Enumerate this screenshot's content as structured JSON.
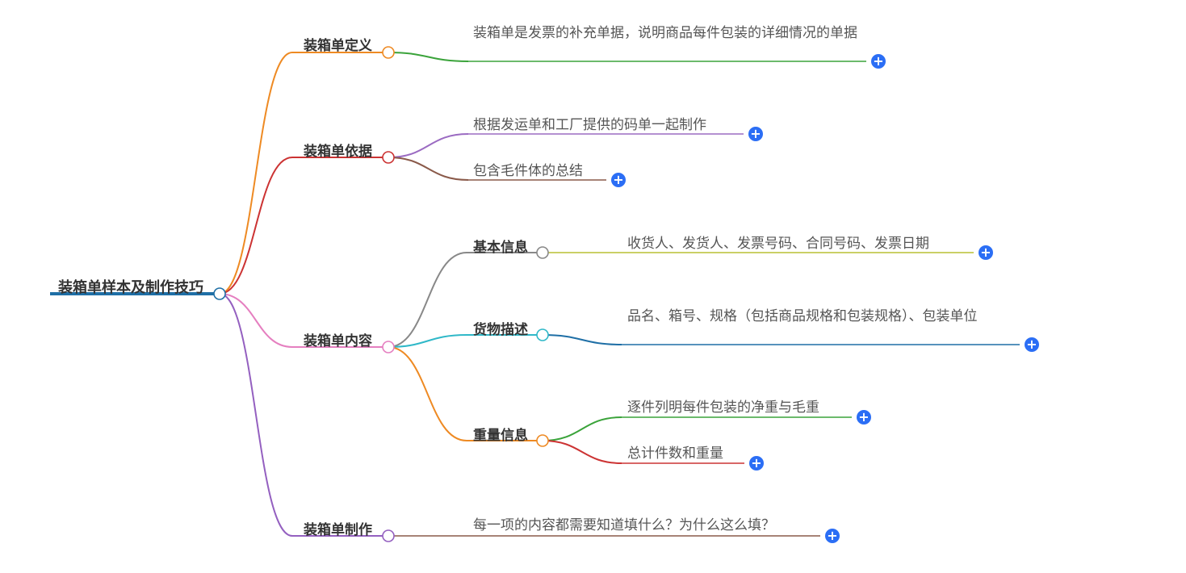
{
  "root": {
    "label": "装箱单样本及制作技巧",
    "color": "#1f6fa6"
  },
  "branches": [
    {
      "id": "def",
      "label": "装箱单定义",
      "color": "#ee8a23",
      "leaves": [
        {
          "text": "装箱单是发票的补充单据，说明商品每件包装的详细情况的单据",
          "color": "#3aa33a"
        }
      ]
    },
    {
      "id": "basis",
      "label": "装箱单依据",
      "color": "#cc3333",
      "leaves": [
        {
          "text": "根据发运单和工厂提供的码单一起制作",
          "color": "#9b6bc2"
        },
        {
          "text": "包含毛件体的总结",
          "color": "#8a5a4a"
        }
      ]
    },
    {
      "id": "content",
      "label": "装箱单内容",
      "color": "#e57fc0",
      "children": [
        {
          "id": "basic",
          "label": "基本信息",
          "color": "#888888",
          "leaves": [
            {
              "text": "收货人、发货人、发票号码、合同号码、发票日期",
              "color": "#b9c033"
            }
          ]
        },
        {
          "id": "goods",
          "label": "货物描述",
          "color": "#2fb8c8",
          "leaves": [
            {
              "text": "品名、箱号、规格（包括商品规格和包装规格）、包装单位",
              "color": "#1f6fa6"
            }
          ]
        },
        {
          "id": "weight",
          "label": "重量信息",
          "color": "#ee8a23",
          "leaves": [
            {
              "text": "逐件列明每件包装的净重与毛重",
              "color": "#3aa33a"
            },
            {
              "text": "总计件数和重量",
              "color": "#cc3333"
            }
          ]
        }
      ]
    },
    {
      "id": "make",
      "label": "装箱单制作",
      "color": "#9460c0",
      "leaves": [
        {
          "text": "每一项的内容都需要知道填什么？为什么这么填？",
          "color": "#8a5a4a"
        }
      ]
    }
  ],
  "expand_icon": "plus-circle-icon",
  "expand_symbol": "+",
  "expand_color": "#2b6ef5"
}
